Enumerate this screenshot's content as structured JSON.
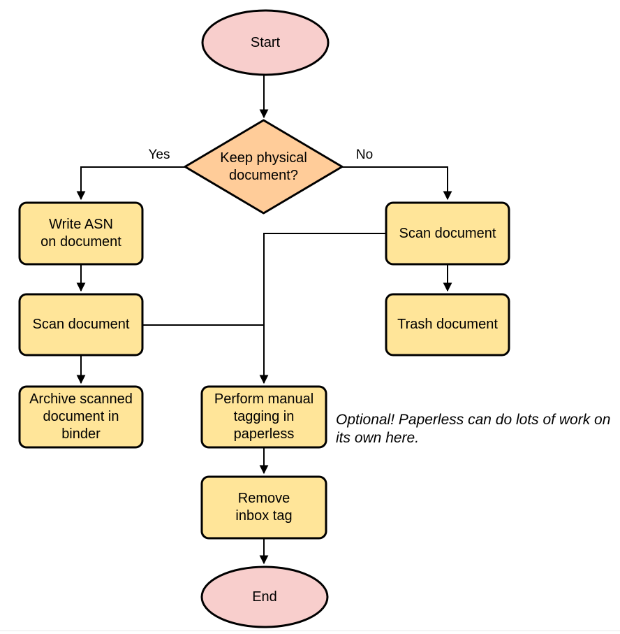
{
  "diagram": {
    "type": "flowchart",
    "colors": {
      "terminal_fill": "#f8cecc",
      "decision_fill": "#ffcc99",
      "process_fill": "#ffe599",
      "stroke": "#000000"
    },
    "nodes": {
      "start": {
        "lines": [
          "Start"
        ]
      },
      "decision_keep_physical": {
        "lines": [
          "Keep physical",
          "document?"
        ]
      },
      "write_asn": {
        "lines": [
          "Write ASN",
          "on document"
        ]
      },
      "scan_document_left": {
        "lines": [
          "Scan document"
        ]
      },
      "archive_scanned": {
        "lines": [
          "Archive scanned",
          "document in",
          "binder"
        ]
      },
      "scan_document_right": {
        "lines": [
          "Scan document"
        ]
      },
      "trash_document": {
        "lines": [
          "Trash document"
        ]
      },
      "manual_tagging": {
        "lines": [
          "Perform manual",
          "tagging in",
          "paperless"
        ]
      },
      "remove_inbox_tag": {
        "lines": [
          "Remove",
          "inbox tag"
        ]
      },
      "end": {
        "lines": [
          "End"
        ]
      }
    },
    "edge_labels": {
      "yes": "Yes",
      "no": "No"
    },
    "annotation": {
      "lines": [
        "Optional! Paperless can do lots of work on",
        "its own here."
      ]
    }
  }
}
